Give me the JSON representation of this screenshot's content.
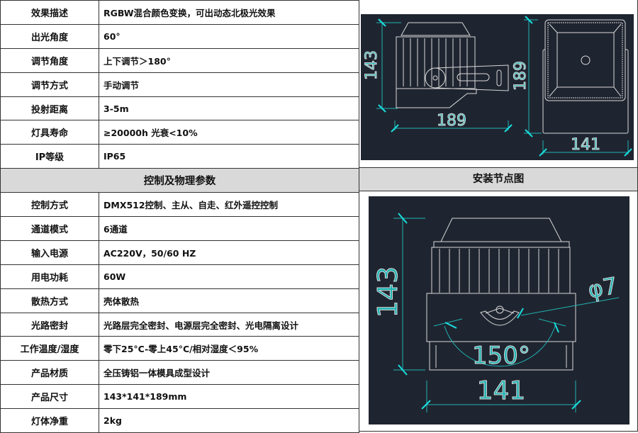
{
  "specs_top": [
    {
      "label": "效果描述",
      "value": "RGBW混合颜色变换，可出动态北极光效果"
    },
    {
      "label": "出光角度",
      "value": "60°"
    },
    {
      "label": "调节角度",
      "value": "上下调节＞180°"
    },
    {
      "label": "调节方式",
      "value": "手动调节"
    },
    {
      "label": "投射距离",
      "value": "3-5m"
    },
    {
      "label": "灯具寿命",
      "value": "≥20000h 光衰<10%"
    },
    {
      "label": "IP等级",
      "value": "IP65"
    }
  ],
  "section_header": "控制及物理参数",
  "specs_bottom": [
    {
      "label": "控制方式",
      "value": "DMX512控制、主从、自走、红外遥控控制"
    },
    {
      "label": "通道模式",
      "value": "6通道"
    },
    {
      "label": "输入电源",
      "value": "AC220V，50/60 HZ"
    },
    {
      "label": "用电功耗",
      "value": "60W"
    },
    {
      "label": "散热方式",
      "value": "壳体散热"
    },
    {
      "label": "光路密封",
      "value": "光路层完全密封、电源层完全密封、光电隔离设计"
    },
    {
      "label": "工作温度/湿度",
      "value": "零下25°C-零上45°C/相对湿度＜95%"
    },
    {
      "label": "产品材质",
      "value": "全压铸铝一体模具成型设计"
    },
    {
      "label": "产品尺寸",
      "value": "143*141*189mm"
    },
    {
      "label": "灯体净重",
      "value": "2kg"
    }
  ],
  "install_header": "安装节点图",
  "drawing1": {
    "height": "143",
    "length": "189",
    "depth": "189",
    "width": "141"
  },
  "drawing2": {
    "height": "143",
    "width": "141",
    "angle": "150°",
    "hole": "φ7"
  },
  "colors": {
    "drawing_bg": "#1f2530",
    "dim": "#1fb3b3",
    "tick": "#18e0e0",
    "outline": "#d8d8d8",
    "header_bg": "#d9d9d9"
  }
}
